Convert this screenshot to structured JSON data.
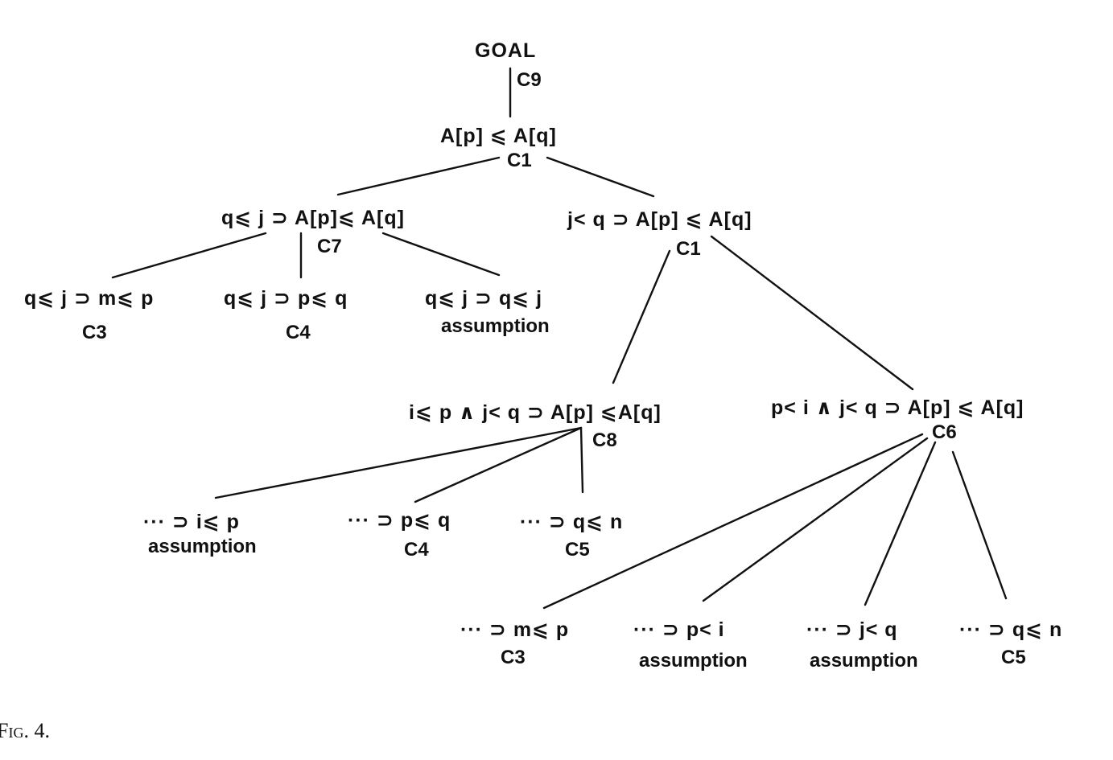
{
  "nodes": {
    "goal": "GOAL",
    "root": "A[p] ⩽ A[q]",
    "left": "q⩽ j ⊃ A[p]⩽ A[q]",
    "right": "j< q ⊃ A[p] ⩽ A[q]",
    "l1": "q⩽ j ⊃ m⩽ p",
    "l2": "q⩽ j ⊃ p⩽ q",
    "l3": "q⩽ j ⊃ q⩽ j",
    "mid": "i⩽ p ∧ j< q ⊃ A[p] ⩽A[q]",
    "far": "p< i ∧ j< q ⊃ A[p] ⩽ A[q]",
    "m1": "··· ⊃ i⩽ p",
    "m2": "··· ⊃ p⩽ q",
    "m3": "··· ⊃ q⩽ n",
    "f1": "··· ⊃ m⩽ p",
    "f2": "··· ⊃ p< i",
    "f3": "··· ⊃ j< q",
    "f4": "··· ⊃ q⩽ n"
  },
  "edge_labels": {
    "goal_edge": "C9",
    "root_edge": "C1",
    "left_edge": "C7",
    "right_edge": "C1",
    "mid_edge": "C8",
    "far_edge": "C6"
  },
  "leaf_labels": {
    "l1": "C3",
    "l2": "C4",
    "l3": "assumption",
    "m1": "assumption",
    "m2": "C4",
    "m3": "C5",
    "f1": "C3",
    "f2": "assumption",
    "f3": "assumption",
    "f4": "C5"
  },
  "caption": "Fig. 4."
}
